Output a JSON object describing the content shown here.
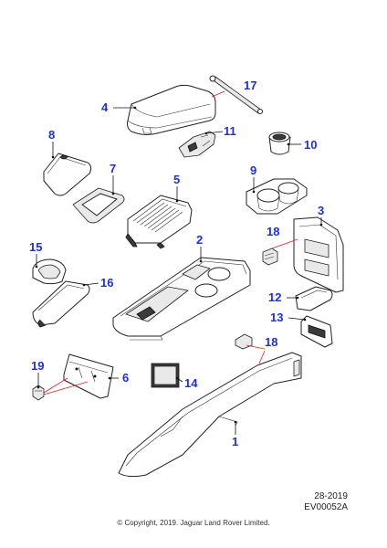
{
  "callouts": {
    "c1": "1",
    "c2": "2",
    "c3": "3",
    "c4": "4",
    "c5": "5",
    "c6": "6",
    "c7": "7",
    "c8": "8",
    "c9": "9",
    "c10": "10",
    "c11": "11",
    "c12": "12",
    "c13": "13",
    "c14": "14",
    "c15": "15",
    "c16": "16",
    "c17": "17",
    "c18a": "18",
    "c18b": "18",
    "c19": "19"
  },
  "reference": {
    "line1": "28-2019",
    "line2": "EV00052A"
  },
  "copyright": "© Copyright, 2019. Jaguar Land Rover Limited.",
  "colors": {
    "callout": "#1f2fd8",
    "leader_red": "#e02020",
    "line": "#222222"
  }
}
